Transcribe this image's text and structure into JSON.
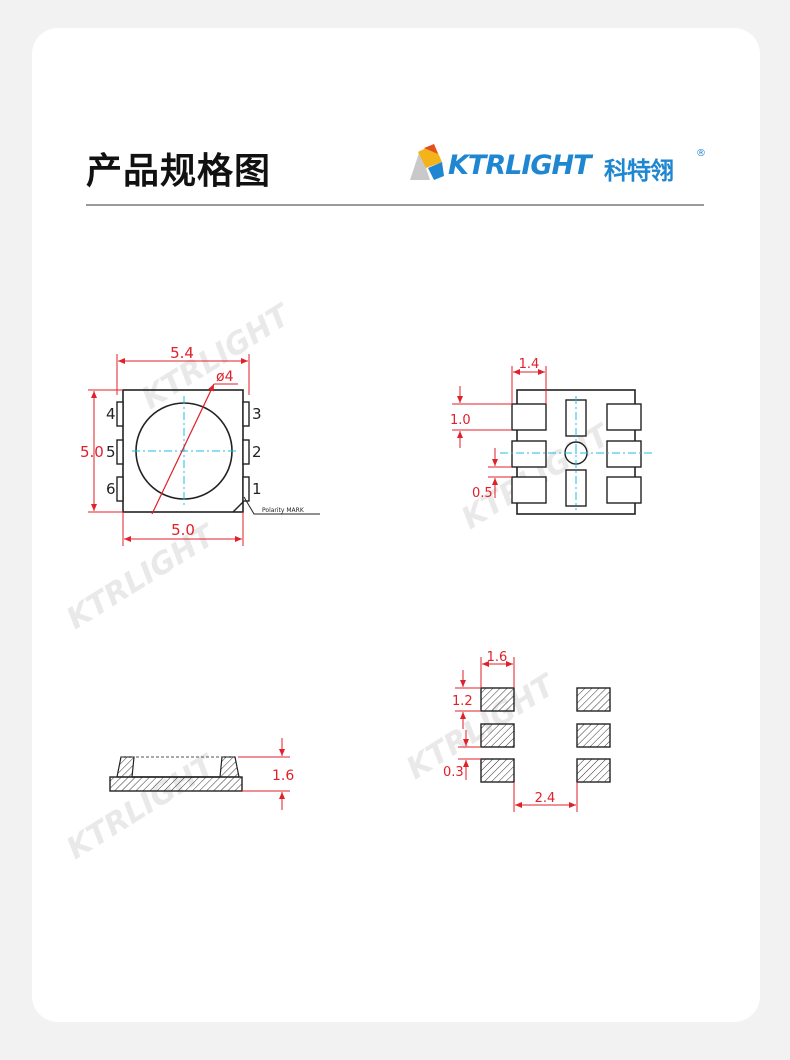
{
  "header": {
    "title": "产品规格图",
    "brand_name": "KTRLIGHT",
    "brand_cn": "科特翎",
    "brand_reg": "®"
  },
  "watermark": {
    "text": "KTRLIGHT"
  },
  "top_view": {
    "width_top": "5.4",
    "width_bottom": "5.0",
    "height": "5.0",
    "diameter": "ø4",
    "pins": [
      "4",
      "5",
      "6",
      "3",
      "2",
      "1"
    ],
    "polarity_label": "Polarity MARK"
  },
  "bottom_view": {
    "pad_width": "1.4",
    "pad_height": "1.0",
    "pad_gap": "0.5"
  },
  "side_view": {
    "height": "1.6"
  },
  "footprint": {
    "pad_width": "1.6",
    "pad_height": "1.2",
    "pad_gap": "0.3",
    "row_spacing": "2.4"
  },
  "colors": {
    "accent": "#1f86d1",
    "dimension": "#e0202a",
    "centerline": "#1ec0e0",
    "outline": "#222222"
  }
}
